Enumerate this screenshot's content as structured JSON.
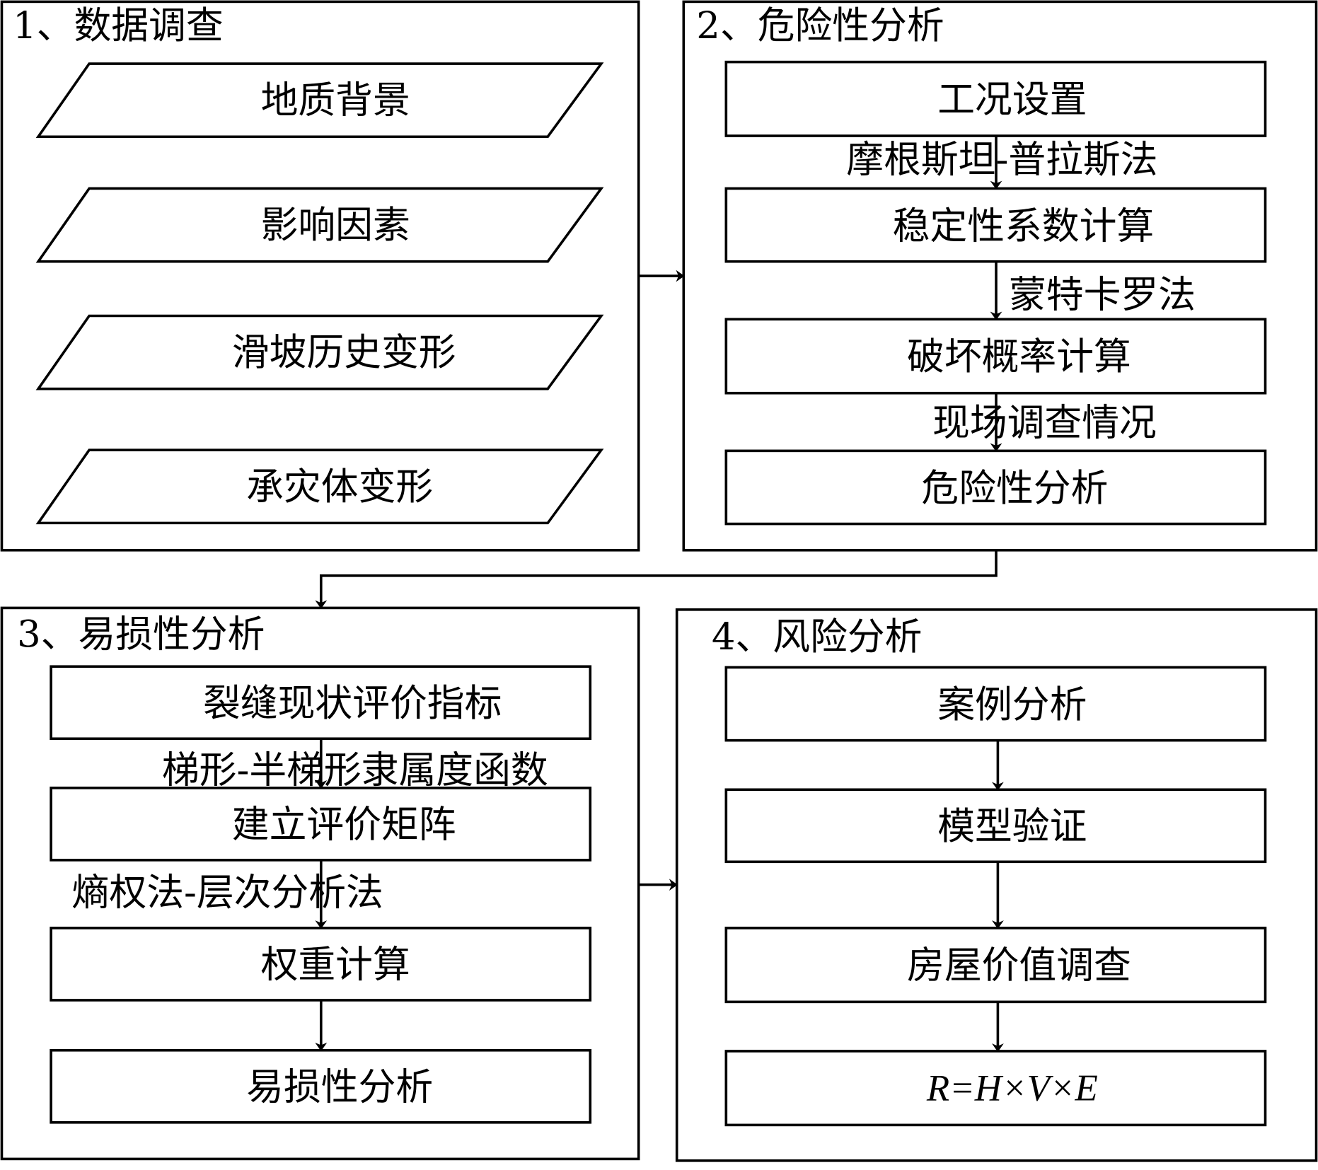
{
  "sections": [
    {
      "title": "1、数据调查",
      "items": [
        "地质背景",
        "影响因素",
        "滑坡历史变形",
        "承灾体变形"
      ]
    },
    {
      "title": "2、危险性分析",
      "items": [
        "工况设置",
        "稳定性系数计算",
        "破坏概率计算",
        "危险性分析"
      ],
      "labels": [
        "摩根斯坦-普拉斯法",
        "蒙特卡罗法",
        "现场调查情况"
      ]
    },
    {
      "title": "3、易损性分析",
      "items": [
        "裂缝现状评价指标",
        "建立评价矩阵",
        "权重计算",
        "易损性分析"
      ],
      "labels": [
        "梯形-半梯形隶属度函数",
        "熵权法-层次分析法"
      ]
    },
    {
      "title": "4、风险分析",
      "items": [
        "案例分析",
        "模型验证",
        "房屋价值调查",
        "R=H×V×E"
      ]
    }
  ]
}
